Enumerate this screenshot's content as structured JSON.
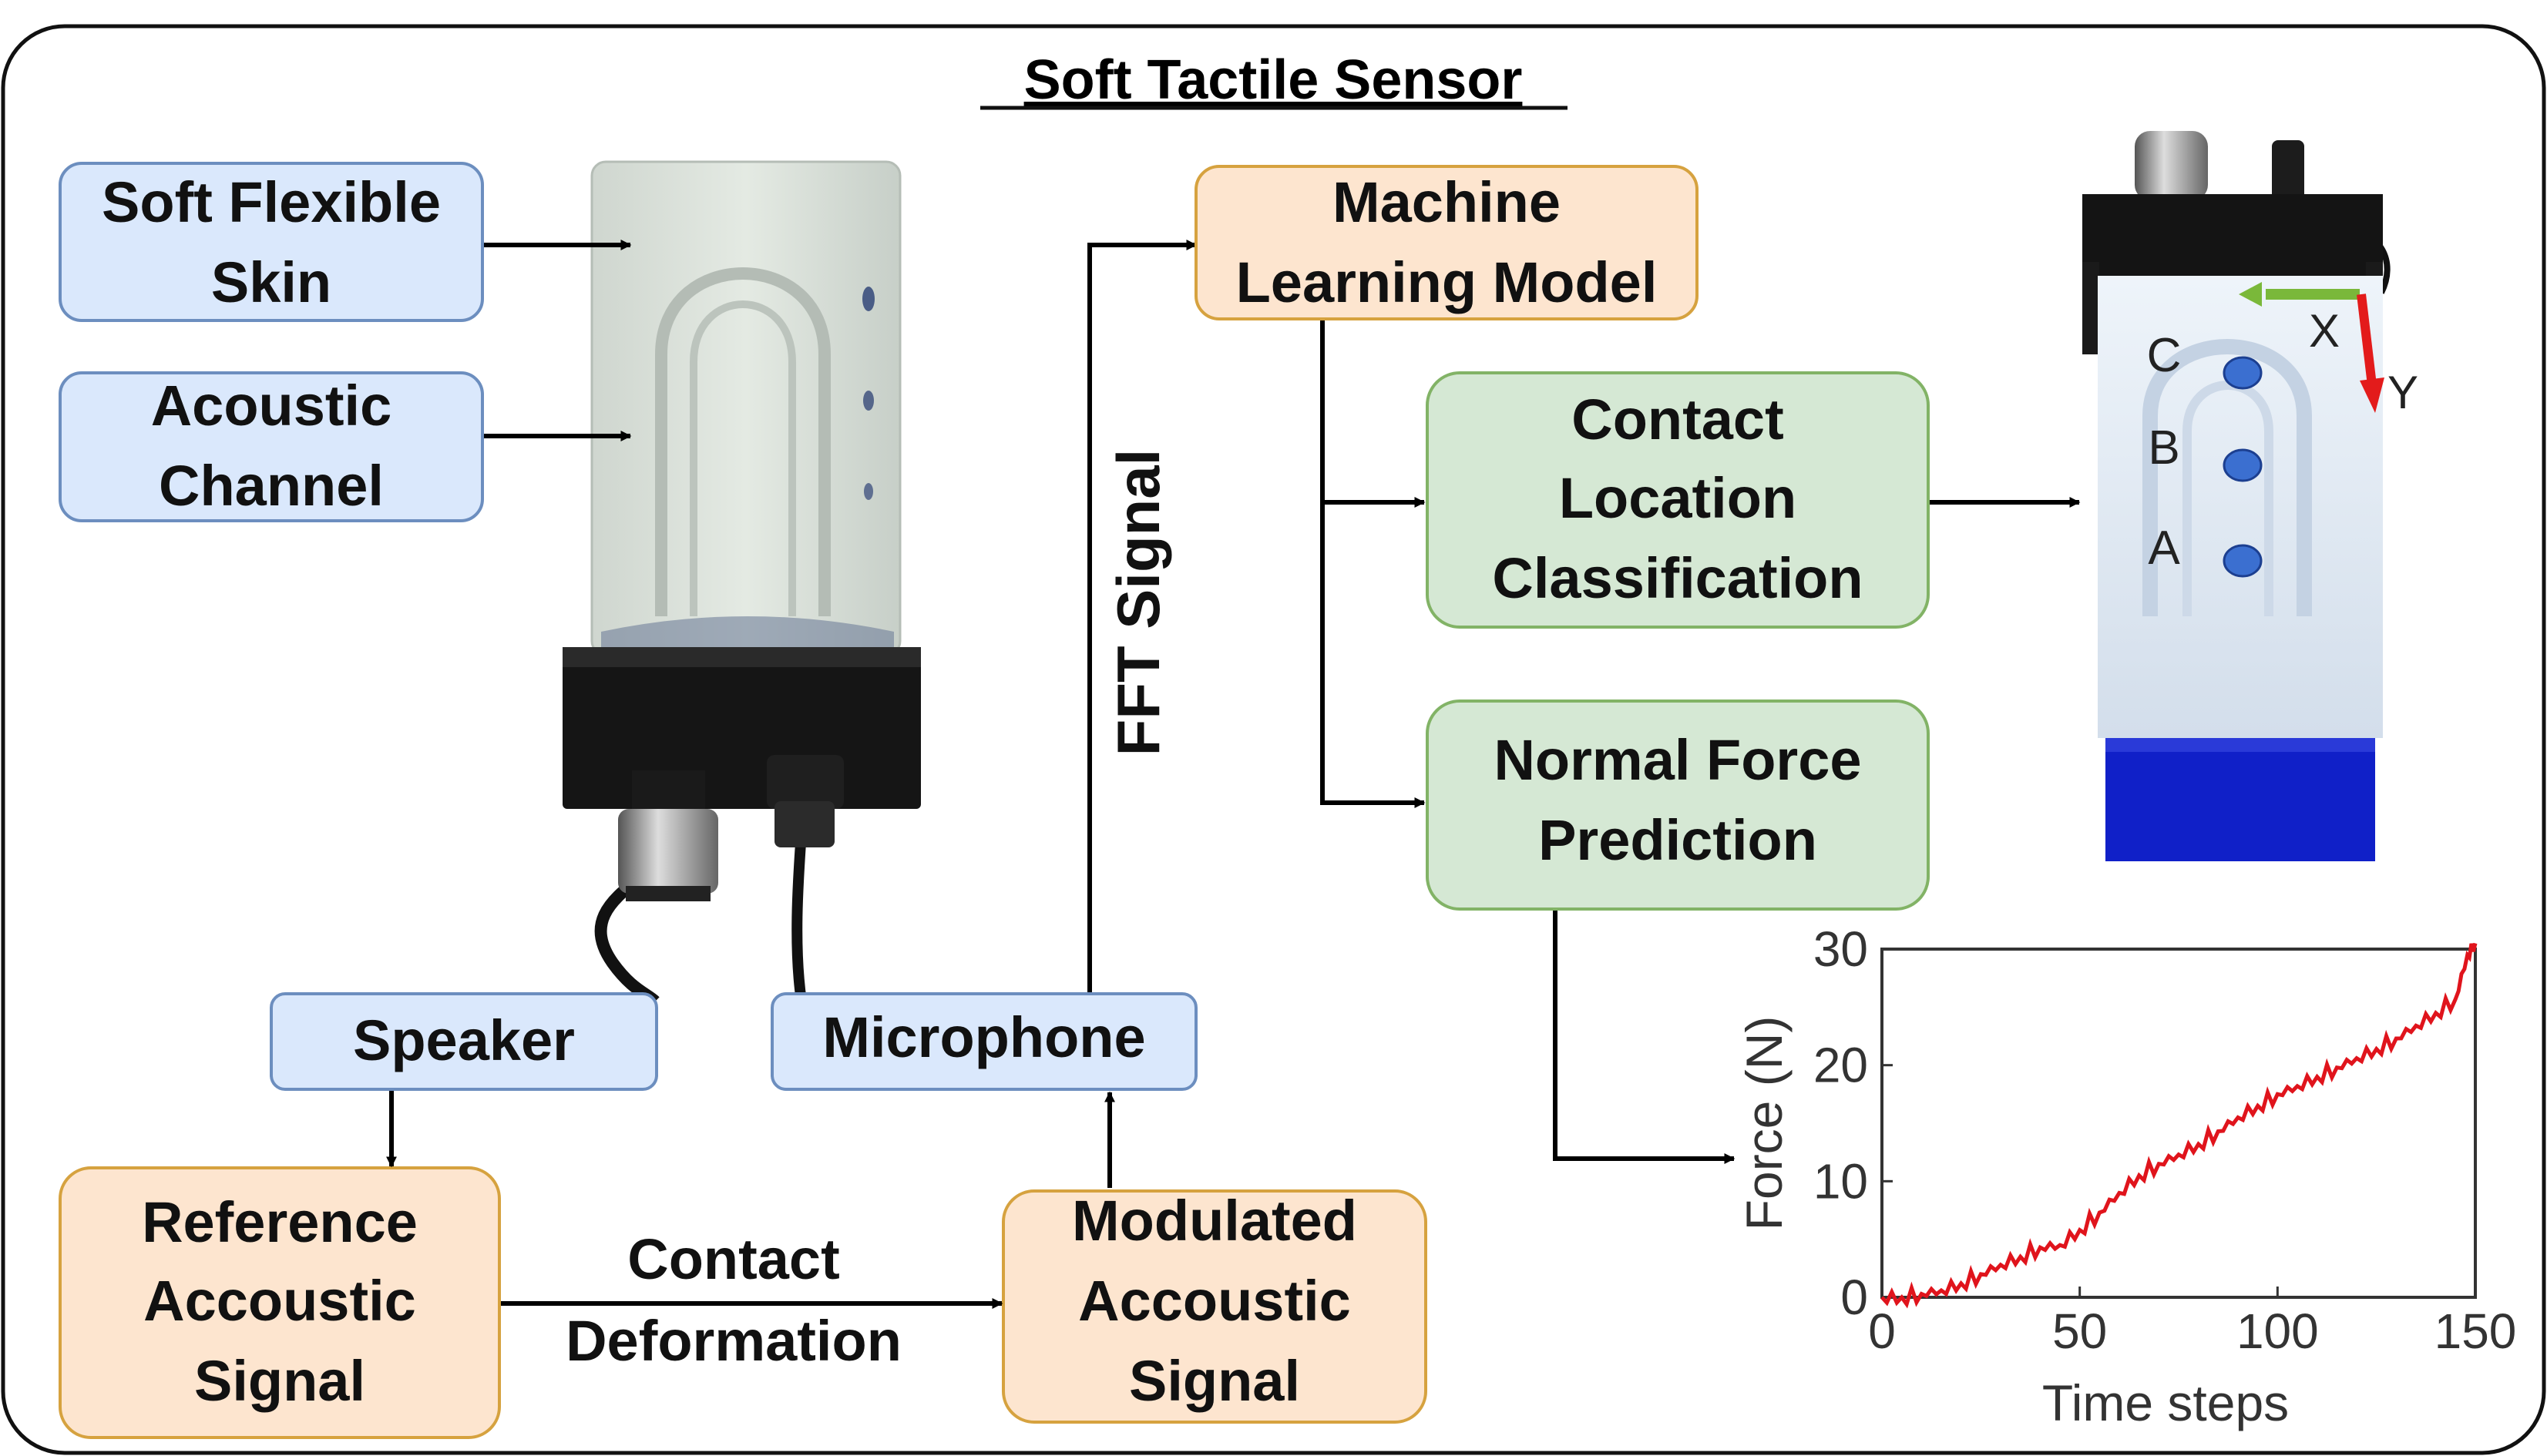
{
  "title": "Soft Tactile Sensor",
  "colors": {
    "blue_fill": "#dae8fc",
    "blue_stroke": "#6c8ebf",
    "orange_fill": "#fde5cf",
    "orange_stroke": "#d6a23f",
    "green_fill": "#d5e8d4",
    "green_stroke": "#82b366",
    "plot_line": "#e0141c"
  },
  "labels": {
    "soft_skin": [
      "Soft Flexible",
      "Skin"
    ],
    "acoustic_channel": [
      "Acoustic",
      "Channel"
    ],
    "speaker": "Speaker",
    "microphone": "Microphone",
    "reference_signal": [
      "Reference",
      "Accoustic",
      "Signal"
    ],
    "contact_deformation": [
      "Contact",
      "Deformation"
    ],
    "modulated_signal": [
      "Modulated",
      "Accoustic",
      "Signal"
    ],
    "fft_signal": "FFT Signal",
    "ml_model": [
      "Machine",
      "Learning Model"
    ],
    "contact_location": [
      "Contact",
      "Location",
      "Classification"
    ],
    "normal_force": [
      "Normal Force",
      "Prediction"
    ]
  },
  "sensor_photo_markers": {
    "points": [
      "C",
      "B",
      "A"
    ],
    "x_axis": "X",
    "y_axis": "Y"
  },
  "chart_data": {
    "type": "line",
    "xlabel": "Time steps",
    "ylabel": "Force (N)",
    "xlim": [
      0,
      150
    ],
    "ylim": [
      0,
      30
    ],
    "xticks": [
      0,
      50,
      100,
      150
    ],
    "yticks": [
      0,
      10,
      20,
      30
    ],
    "x": [
      0,
      5,
      10,
      15,
      20,
      25,
      30,
      35,
      40,
      45,
      50,
      55,
      60,
      65,
      70,
      75,
      80,
      85,
      90,
      95,
      100,
      105,
      110,
      115,
      120,
      125,
      130,
      135,
      140,
      145,
      148,
      150
    ],
    "y": [
      0,
      0,
      0.3,
      0.6,
      1.2,
      2.0,
      2.8,
      3.5,
      4.3,
      4.5,
      5.8,
      7.3,
      9.0,
      10.5,
      11.5,
      12.3,
      13.2,
      14.3,
      15.5,
      16.5,
      17.5,
      18.2,
      19.0,
      19.8,
      20.6,
      21.4,
      22.3,
      23.4,
      24.5,
      25.7,
      29.5,
      30.5
    ]
  }
}
